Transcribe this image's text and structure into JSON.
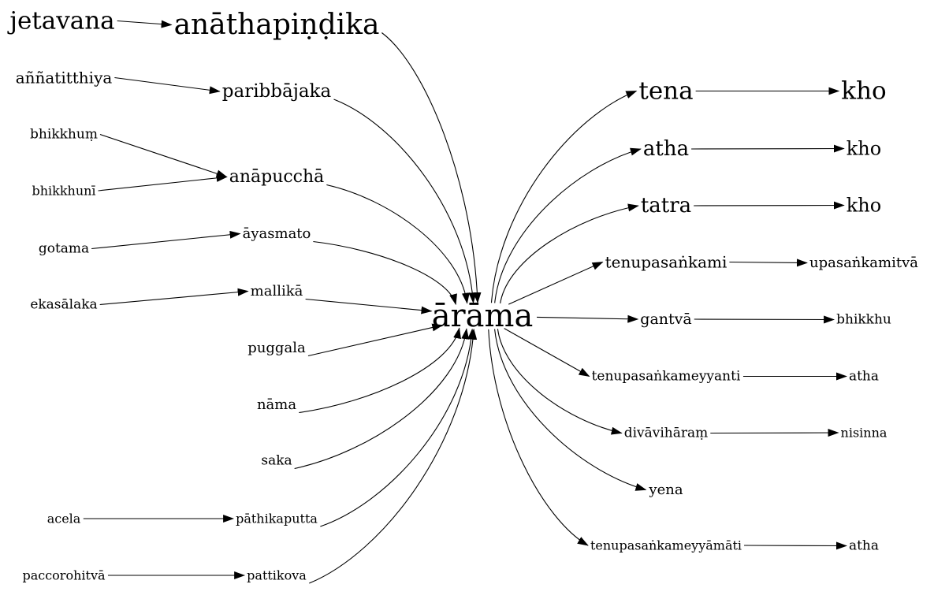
{
  "diagram": {
    "center": "ārāma",
    "nodes": {
      "jetavana": "jetavana",
      "anathapindika": "anāthapiṇḍika",
      "annatitthiya": "aññatitthiya",
      "paribbajaka": "paribbājaka",
      "bhikkhum": "bhikkhuṃ",
      "bhikkhuni": "bhikkhunī",
      "anapuccha": "anāpucchā",
      "gotama": "gotama",
      "ayasmato": "āyasmato",
      "ekasalaka": "ekasālaka",
      "mallika": "mallikā",
      "puggala": "puggala",
      "nama": "nāma",
      "saka": "saka",
      "acela": "acela",
      "pathikaputta": "pāthikaputta",
      "paccorohitva": "paccorohitvā",
      "pattikova": "pattikova",
      "tena": "tena",
      "kho1": "kho",
      "atha1": "atha",
      "kho2": "kho",
      "tatra": "tatra",
      "kho3": "kho",
      "tenupasankami": "tenupasaṅkami",
      "upasankamitva": "upasaṅkamitvā",
      "gantva": "gantvā",
      "bhikkhu": "bhikkhu",
      "tenupasankameyyanti": "tenupasaṅkameyyanti",
      "atha2": "atha",
      "divaviharam": "divāvihāraṃ",
      "nisinna": "nisinna",
      "yena": "yena",
      "tenupasankameyyamati": "tenupasaṅkameyyāmāti",
      "atha3": "atha"
    },
    "edges": [
      [
        "jetavana",
        "anathapindika"
      ],
      [
        "annatitthiya",
        "paribbajaka"
      ],
      [
        "bhikkhum",
        "anapuccha"
      ],
      [
        "bhikkhuni",
        "anapuccha"
      ],
      [
        "gotama",
        "ayasmato"
      ],
      [
        "ekasalaka",
        "mallika"
      ],
      [
        "acela",
        "pathikaputta"
      ],
      [
        "paccorohitva",
        "pattikova"
      ],
      [
        "anathapindika",
        "center"
      ],
      [
        "paribbajaka",
        "center"
      ],
      [
        "anapuccha",
        "center"
      ],
      [
        "ayasmato",
        "center"
      ],
      [
        "mallika",
        "center"
      ],
      [
        "puggala",
        "center"
      ],
      [
        "nama",
        "center"
      ],
      [
        "saka",
        "center"
      ],
      [
        "pathikaputta",
        "center"
      ],
      [
        "pattikova",
        "center"
      ],
      [
        "center",
        "tena"
      ],
      [
        "center",
        "atha1"
      ],
      [
        "center",
        "tatra"
      ],
      [
        "center",
        "tenupasankami"
      ],
      [
        "center",
        "gantva"
      ],
      [
        "center",
        "tenupasankameyyanti"
      ],
      [
        "center",
        "divaviharam"
      ],
      [
        "center",
        "yena"
      ],
      [
        "center",
        "tenupasankameyyamati"
      ],
      [
        "tena",
        "kho1"
      ],
      [
        "atha1",
        "kho2"
      ],
      [
        "tatra",
        "kho3"
      ],
      [
        "tenupasankami",
        "upasankamitva"
      ],
      [
        "gantva",
        "bhikkhu"
      ],
      [
        "tenupasankameyyanti",
        "atha2"
      ],
      [
        "divaviharam",
        "nisinna"
      ],
      [
        "tenupasankameyyamati",
        "atha3"
      ]
    ]
  }
}
